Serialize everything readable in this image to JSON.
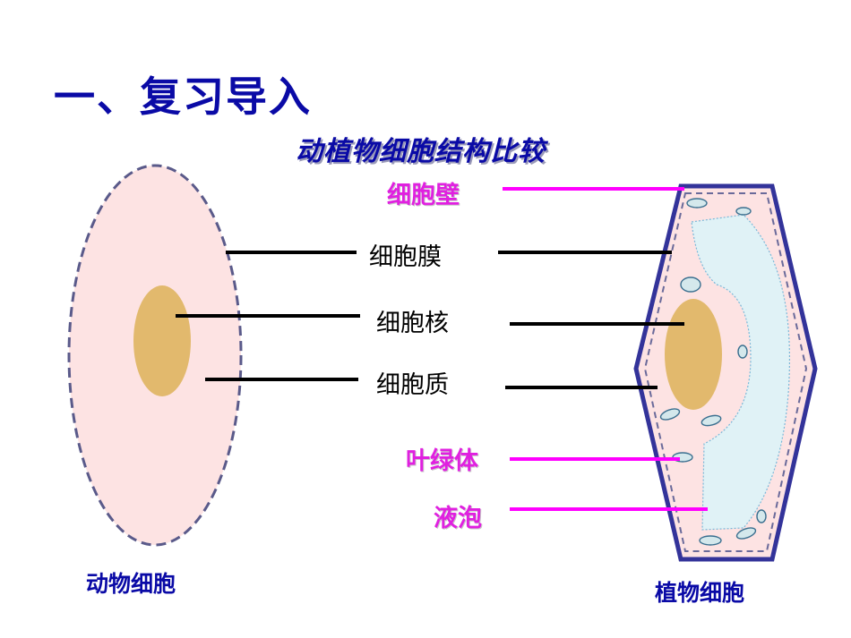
{
  "slide": {
    "title": "一、复习导入",
    "subtitle": "动植物细胞结构比较"
  },
  "labels": {
    "cell_wall": "细胞壁",
    "cell_membrane": "细胞膜",
    "nucleus": "细胞核",
    "cytoplasm": "细胞质",
    "chloroplast": "叶绿体",
    "vacuole": "液泡"
  },
  "captions": {
    "animal_cell": "动物细胞",
    "plant_cell": "植物细胞"
  },
  "colors": {
    "title": "#0a0aa6",
    "plant_only_label": "#e020e0",
    "shared_label": "#000000",
    "cytoplasm_fill": "#fde3e3",
    "nucleus_fill": "#e2b96d",
    "vacuole_fill": "#e0f2f6",
    "cell_wall_stroke": "#33339a"
  }
}
